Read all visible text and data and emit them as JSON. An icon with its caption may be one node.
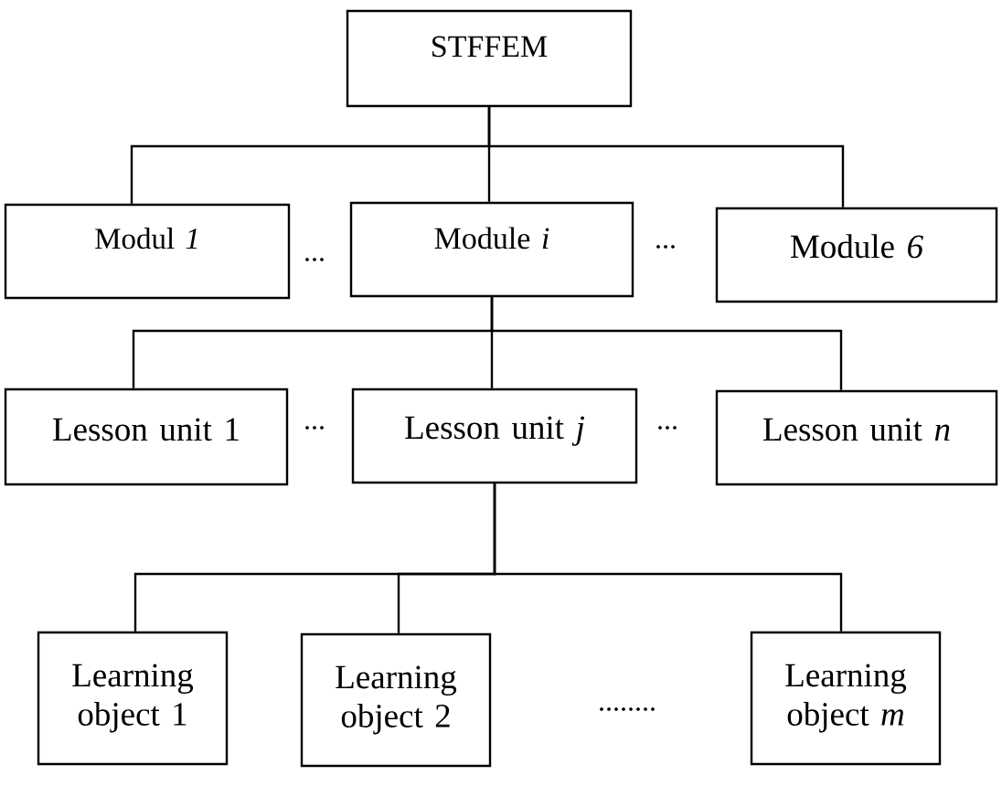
{
  "diagram": {
    "nodes": [
      {
        "text": [
          "STFFEM"
        ]
      },
      {
        "text": [
          "Modul *1*"
        ]
      },
      {
        "text": [
          "Module *i*"
        ]
      },
      {
        "text": [
          "Module *6*"
        ]
      },
      {
        "text": [
          "Lesson unit 1"
        ]
      },
      {
        "text": [
          "Lesson unit *j*"
        ]
      },
      {
        "text": [
          "Lesson unit *n*"
        ]
      },
      {
        "text": [
          "Learning object 1"
        ]
      },
      {
        "text": [
          "Learning object 2"
        ]
      },
      {
        "text": [
          "Learning object *m*"
        ]
      }
    ],
    "edges": [
      {
        "from": 0,
        "to": 1,
        "arrow": "none"
      },
      {
        "from": 0,
        "to": 2,
        "arrow": "none"
      },
      {
        "from": 0,
        "to": 3,
        "arrow": "none"
      },
      {
        "from": 2,
        "to": 4,
        "arrow": "none"
      },
      {
        "from": 2,
        "to": 5,
        "arrow": "none"
      },
      {
        "from": 2,
        "to": 6,
        "arrow": "none"
      },
      {
        "from": 5,
        "to": 7,
        "arrow": "none"
      },
      {
        "from": 5,
        "to": 8,
        "arrow": "none"
      },
      {
        "from": 5,
        "to": 9,
        "arrow": "none"
      }
    ],
    "labels": [
      "...",
      "...",
      "...",
      "...",
      "........"
    ]
  }
}
